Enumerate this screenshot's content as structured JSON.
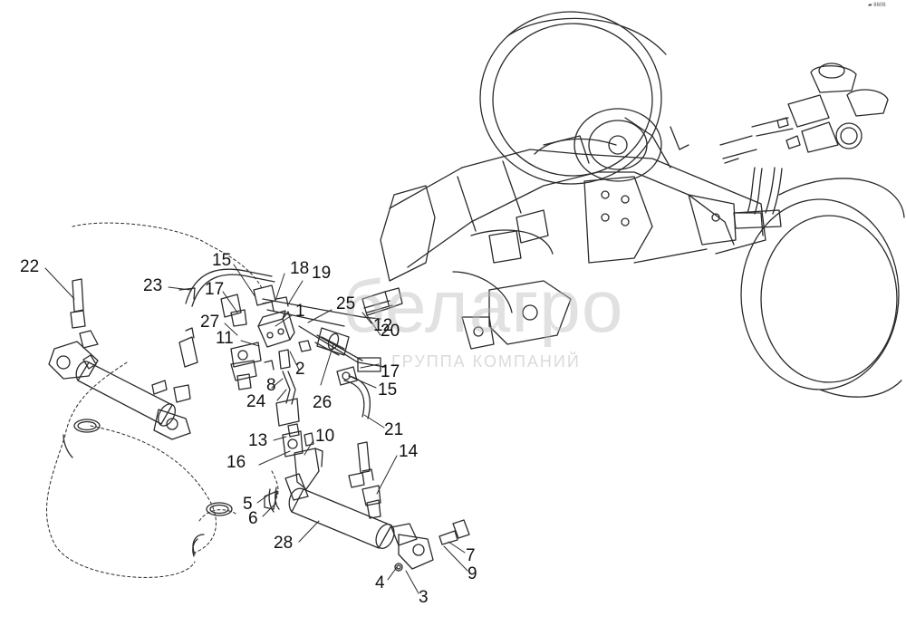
{
  "diagram": {
    "callouts": [
      {
        "id": "c22",
        "text": "22"
      },
      {
        "id": "c23",
        "text": "23"
      },
      {
        "id": "c15a",
        "text": "15"
      },
      {
        "id": "c17a",
        "text": "17"
      },
      {
        "id": "c18",
        "text": "18"
      },
      {
        "id": "c19",
        "text": "19"
      },
      {
        "id": "c25",
        "text": "25"
      },
      {
        "id": "c27",
        "text": "27"
      },
      {
        "id": "c1",
        "text": "1"
      },
      {
        "id": "c11",
        "text": "11"
      },
      {
        "id": "c12",
        "text": "12"
      },
      {
        "id": "c20",
        "text": "20"
      },
      {
        "id": "c2",
        "text": "2"
      },
      {
        "id": "c17b",
        "text": "17"
      },
      {
        "id": "c8",
        "text": "8"
      },
      {
        "id": "c15b",
        "text": "15"
      },
      {
        "id": "c24",
        "text": "24"
      },
      {
        "id": "c26",
        "text": "26"
      },
      {
        "id": "c21",
        "text": "21"
      },
      {
        "id": "c13",
        "text": "13"
      },
      {
        "id": "c10",
        "text": "10"
      },
      {
        "id": "c16",
        "text": "16"
      },
      {
        "id": "c14",
        "text": "14"
      },
      {
        "id": "c5",
        "text": "5"
      },
      {
        "id": "c6",
        "text": "6"
      },
      {
        "id": "c28",
        "text": "28"
      },
      {
        "id": "c7",
        "text": "7"
      },
      {
        "id": "c9",
        "text": "9"
      },
      {
        "id": "c4",
        "text": "4"
      },
      {
        "id": "c3",
        "text": "3"
      }
    ],
    "watermark": {
      "brand": "белагро",
      "tagline": "ГРУППА КОМПАНИЙ"
    },
    "corner_mark": "▰ 8606"
  }
}
